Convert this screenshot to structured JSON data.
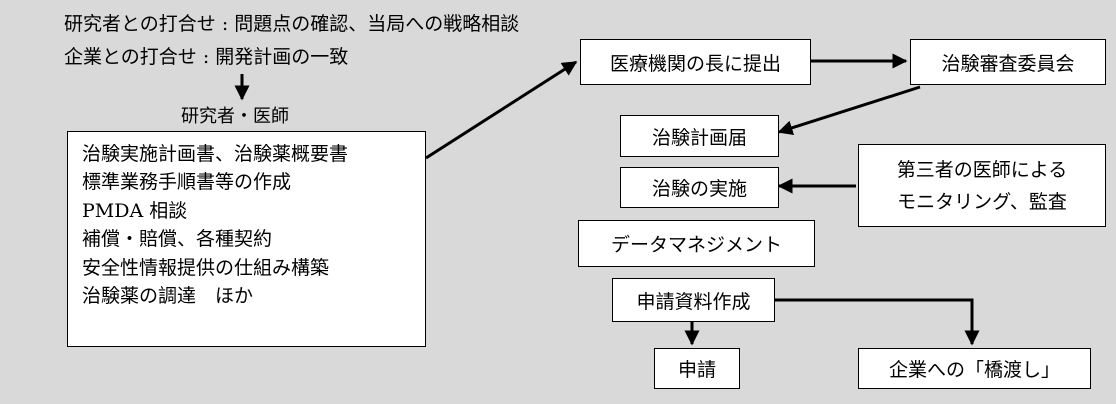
{
  "top": {
    "line1": "研究者との打合せ : 問題点の確認、当局への戦略相談",
    "line2": "企業との打合せ : 開発計画の一致"
  },
  "researcher_label": "研究者・医師",
  "researcher_tasks": [
    "治験実施計画書、治験薬概要書",
    "標準業務手順書等の作成",
    "PMDA 相談",
    "補償・賠償、各種契約",
    "安全性情報提供の仕組み構築",
    "治験薬の調達　ほか"
  ],
  "flow": {
    "submit_to_head": "医療機関の長に提出",
    "irb": "治験審査委員会",
    "notification": "治験計画届",
    "conduct": "治験の実施",
    "monitoring_line1": "第三者の医師による",
    "monitoring_line2": "モニタリング、監査",
    "data_management": "データマネジメント",
    "application_docs": "申請資料作成",
    "application": "申請",
    "handover": "企業への「橋渡し」"
  }
}
